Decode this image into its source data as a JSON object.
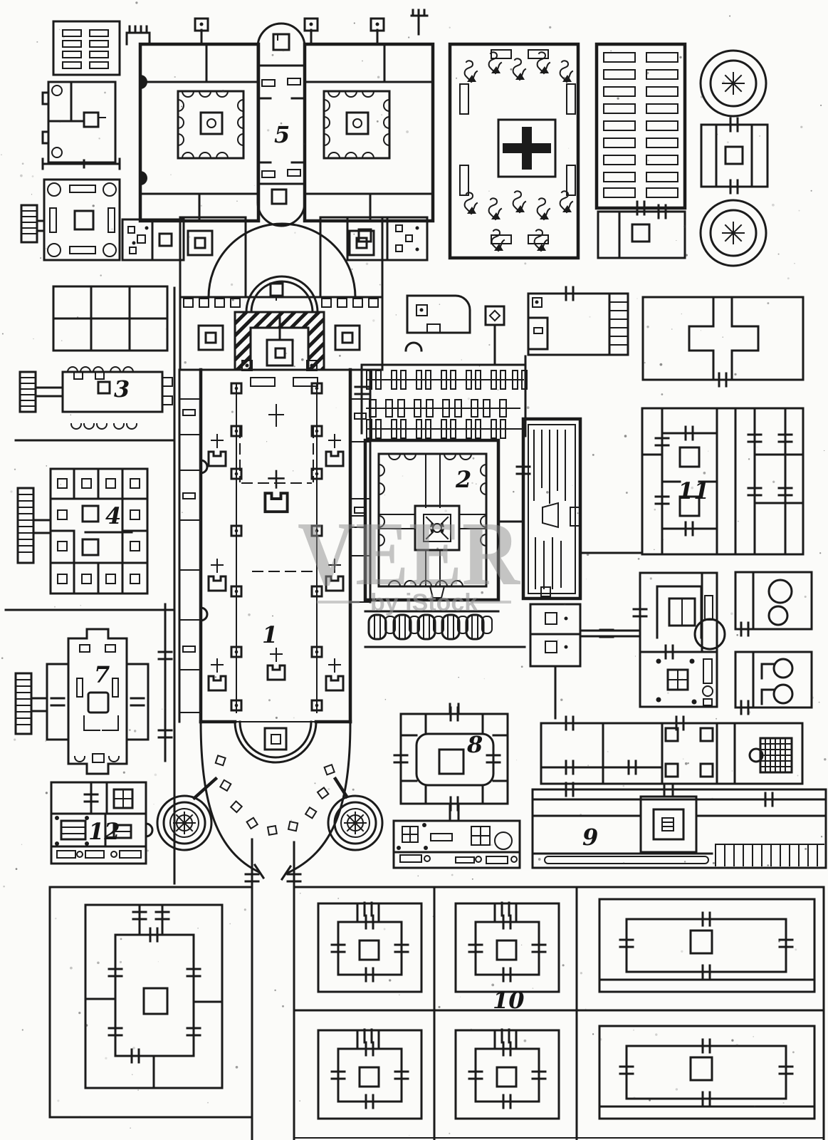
{
  "watermark": {
    "brand": "VEER",
    "subtitle": "by iStock"
  },
  "labels": {
    "n1": "1",
    "n2": "2",
    "n3": "3",
    "n4": "4",
    "n5": "5",
    "n7": "7",
    "n8": "8",
    "n9": "9",
    "n10": "10",
    "n11": "11",
    "n12": "12"
  },
  "colors": {
    "ink": "#1b1b1b",
    "paper": "#fbfbf9",
    "watermark_gray": "#8e8e8e"
  }
}
